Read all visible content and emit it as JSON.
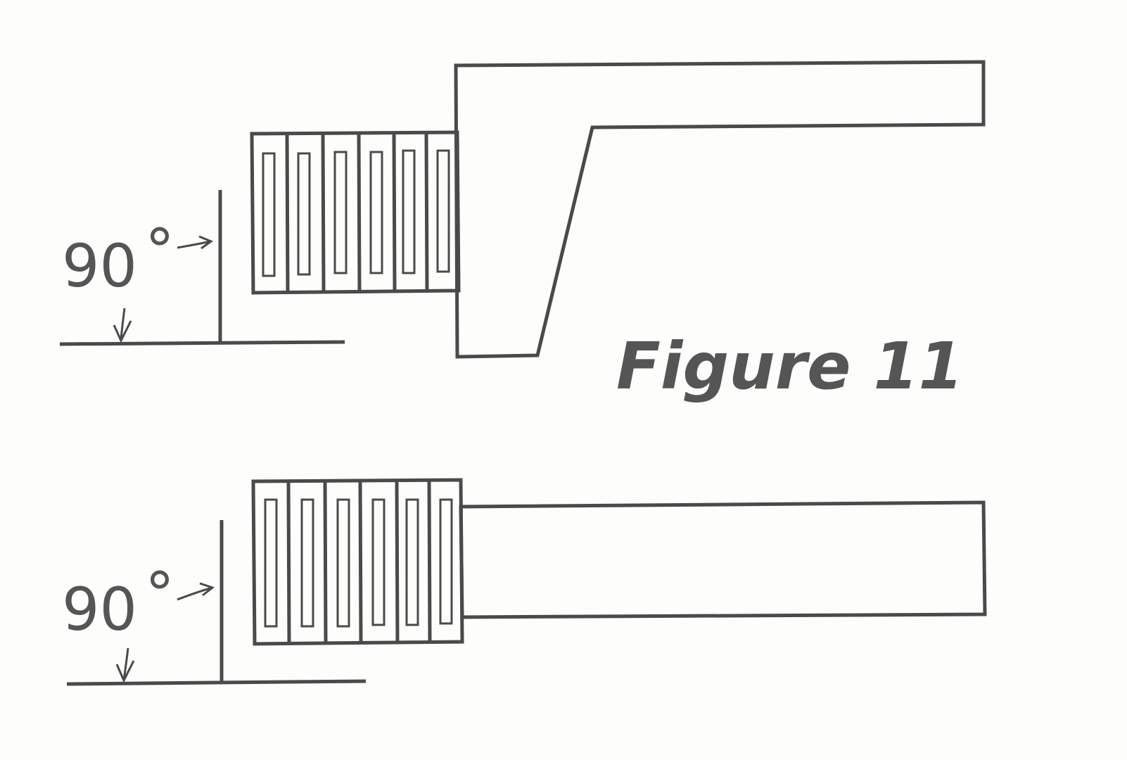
{
  "figure": {
    "caption": "Figure 11",
    "top_diagram": {
      "angle_label": "90",
      "angle_unit": "°"
    },
    "bottom_diagram": {
      "angle_label": "90",
      "angle_unit": "°"
    }
  }
}
